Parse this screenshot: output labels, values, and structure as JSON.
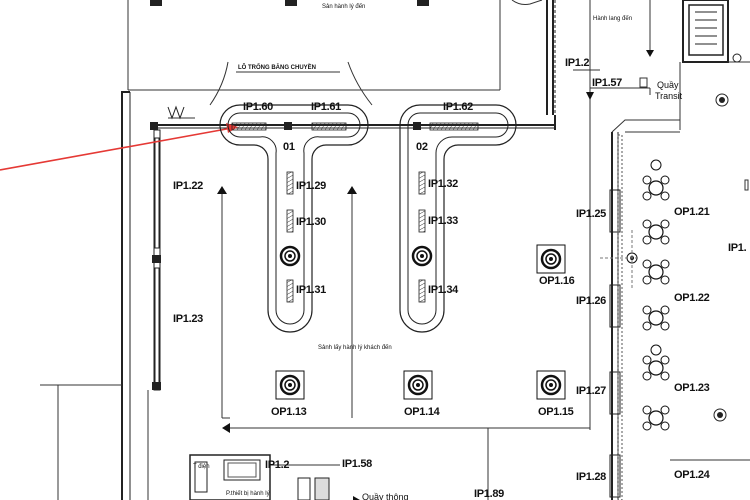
{
  "areas": {
    "top_hall": "Sản hành lý đến",
    "transit_hall": "Hành lang đến",
    "baggage_hall": "Sảnh lấy hành lý khách đến",
    "service_counter": "Quầy thông",
    "transit_counter_line1": "Quầy",
    "transit_counter_line2": "Transit",
    "bottom_left_note1": "T điện",
    "bottom_left_note2": "P.thiết bị hành lý"
  },
  "carousels": {
    "group_label": "LÔ TRỐNG BĂNG CHUYỀN",
    "belt_1": "01",
    "belt_2": "02"
  },
  "labels": {
    "IP160": "IP1.60",
    "IP161": "IP1.61",
    "IP162": "IP1.62",
    "IP122": "IP1.22",
    "IP123": "IP1.23",
    "IP129": "IP1.29",
    "IP130": "IP1.30",
    "IP131": "IP1.31",
    "IP132": "IP1.32",
    "IP133": "IP1.33",
    "IP134": "IP1.34",
    "IP12x_top": "IP1.2",
    "IP157": "IP1.57",
    "IP125": "IP1.25",
    "IP126": "IP1.26",
    "IP127": "IP1.27",
    "IP128": "IP1.28",
    "IP12x_bottom": "IP1.2",
    "IP158": "IP1.58",
    "IP189": "IP1.89",
    "IP1_right": "IP1.",
    "OP113": "OP1.13",
    "OP114": "OP1.14",
    "OP115": "OP1.15",
    "OP116": "OP1.16",
    "OP121": "OP1.21",
    "OP122": "OP1.22",
    "OP123": "OP1.23",
    "OP124": "OP1.24"
  }
}
